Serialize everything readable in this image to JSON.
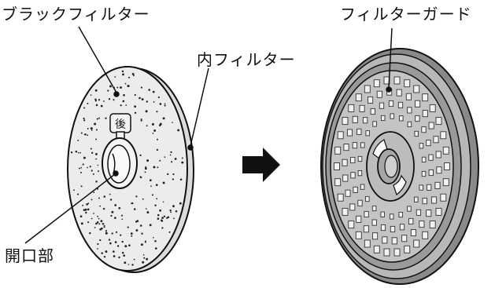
{
  "labels": {
    "black_filter": "ブラックフィルター",
    "inner_filter": "内フィルター",
    "opening": "開口部",
    "filter_guard": "フィルターガード",
    "rear_mark": "後"
  },
  "colors": {
    "line": "#111111",
    "filter_fill": "#e9e9e9",
    "guard_dark": "#555555",
    "guard_mid": "#8a8a8a",
    "guard_light": "#b8b8b8"
  }
}
